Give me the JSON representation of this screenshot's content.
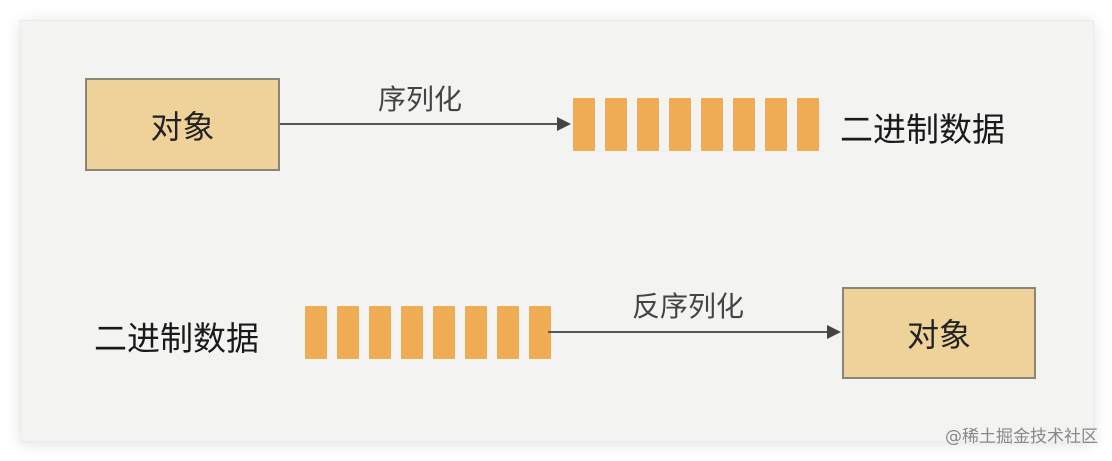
{
  "diagram": {
    "serialize": {
      "source_label": "对象",
      "arrow_label": "序列化",
      "target_label": "二进制数据",
      "bar_count": 8
    },
    "deserialize": {
      "source_label": "二进制数据",
      "arrow_label": "反序列化",
      "target_label": "对象",
      "bar_count": 8
    }
  },
  "colors": {
    "object_box": "#eed29a",
    "object_border": "#8a8577",
    "binary_bar": "#efac55",
    "background": "#f3f3f2",
    "arrow": "#555555"
  },
  "watermark": "@稀土掘金技术社区"
}
